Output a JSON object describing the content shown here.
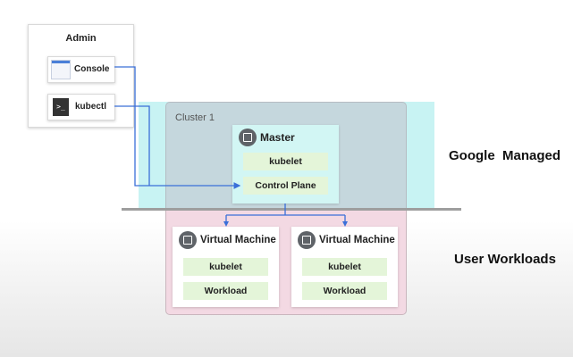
{
  "admin": {
    "title": "Admin",
    "console_label": "Console",
    "kubectl_label": "kubectl"
  },
  "cluster": {
    "label": "Cluster 1"
  },
  "master": {
    "title": "Master",
    "kubelet": "kubelet",
    "control_plane": "Control Plane"
  },
  "vm1": {
    "title": "Virtual Machine",
    "kubelet": "kubelet",
    "workload": "Workload"
  },
  "vm2": {
    "title": "Virtual Machine",
    "kubelet": "kubelet",
    "workload": "Workload"
  },
  "zones": {
    "google_managed": "Google  Managed",
    "user_workloads": "User Workloads"
  },
  "colors": {
    "google_band": "#c8f3f3",
    "cluster_bg": "#d9dfe3",
    "user_bg": "#f3d9e3",
    "connector": "#3a6fd8",
    "divider": "#9e9e9e"
  }
}
